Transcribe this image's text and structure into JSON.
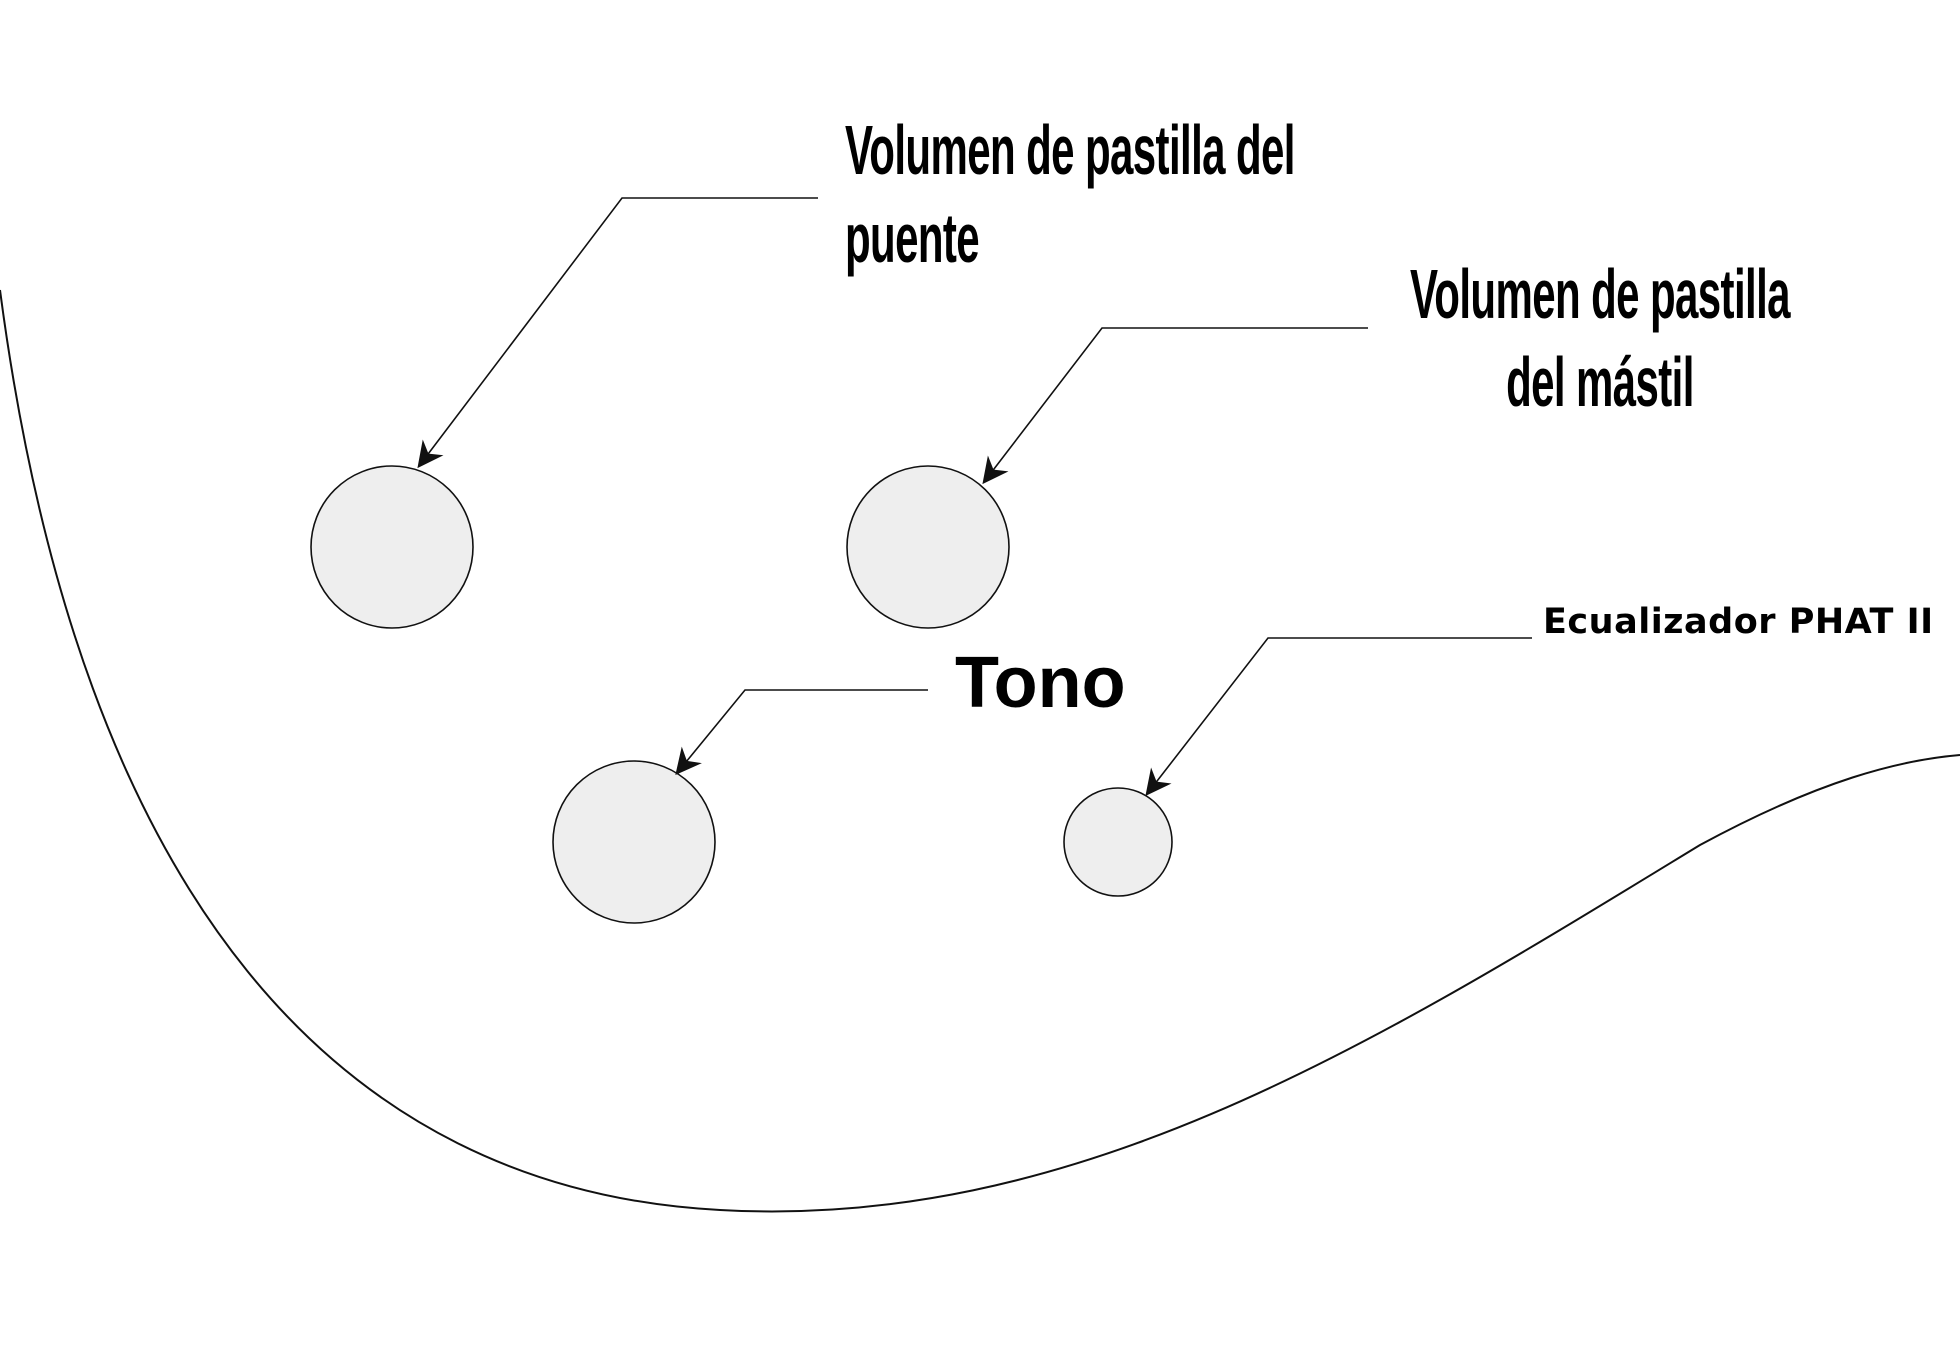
{
  "labels": {
    "bridge_volume": [
      "Volumen de pastilla del",
      "puente"
    ],
    "neck_volume": [
      "Volumen de pastilla",
      "del mástil"
    ],
    "tone": "Tono",
    "phat_eq": "Ecualizador PHAT II"
  },
  "colors": {
    "knob_fill": "#eeeeee",
    "stroke": "#111111",
    "background": "#ffffff"
  }
}
